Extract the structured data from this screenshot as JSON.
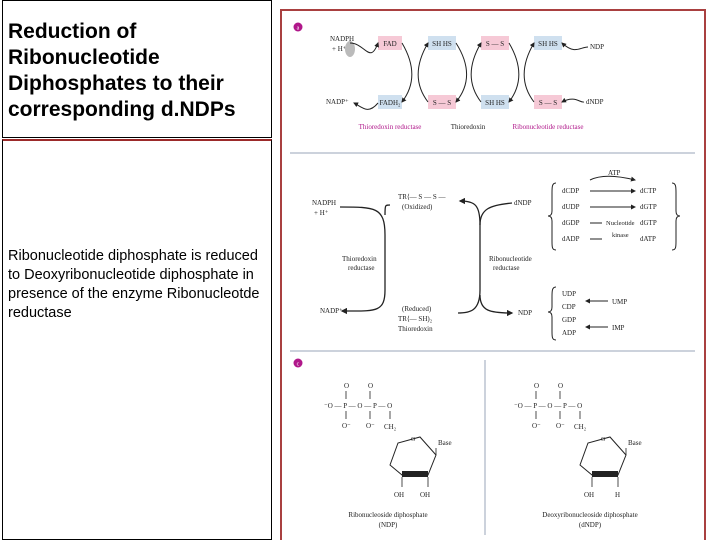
{
  "slide": {
    "title": "Reduction of Ribonucleotide Diphosphates to their corresponding d.NDPs",
    "description": "Ribonucleotide diphosphate is reduced to Deoxyribonucleotide diphosphate in presence of the enzyme Ribonucleotde reductase"
  },
  "colors": {
    "frame": "#a94040",
    "pink_box": "#f6c9d6",
    "blue_box": "#cfe0ef",
    "label_magenta": "#b0178a",
    "panel_divider": "#9aa6b8"
  },
  "panel_a": {
    "marker": "a",
    "nadph": "NADPH",
    "h_plus": "+ H⁺",
    "nadp": "NADP⁺",
    "fad": "FAD",
    "fadh2": "FADH₂",
    "sh_hs_1": "SH HS",
    "s_s_1": "S — S",
    "s_s_2": "S — S",
    "sh_hs_2": "SH HS",
    "s_s_3": "S — S",
    "sh_hs_3": "SH HS",
    "ndp": "NDP",
    "dndp": "dNDP",
    "label_reductase": "Thioredoxin reductase",
    "label_thioredoxin": "Thioredoxin",
    "label_rnr": "Ribonucleotide reductase"
  },
  "panel_b": {
    "nadph": "NADPH",
    "h_plus": "+ H⁺",
    "nadp": "NADP⁺",
    "tr_ox": "TR⟨— S — S —",
    "oxidized": "(Oxidized)",
    "thioredoxin_reductase_1": "Thioredoxin",
    "thioredoxin_reductase_2": "reductase",
    "reduced": "(Reduced)",
    "tr_red": "TR⟨— SH)₂",
    "thioredoxin": "Thioredoxin",
    "rnr_1": "Ribonucleotide",
    "rnr_2": "reductase",
    "ndp": "NDP",
    "dndp": "dNDP",
    "atp": "ATP",
    "d_list": [
      "dCDP",
      "dUDP",
      "dGDP",
      "dADP"
    ],
    "t_list": [
      "dCTP",
      "dGTP",
      "dGTP",
      "dATP"
    ],
    "kinase_1": "Nucleotide",
    "kinase_2": "kinase",
    "r_list": [
      "UDP",
      "CDP",
      "GDP",
      "ADP"
    ],
    "ump": "UMP",
    "imp": "IMP"
  },
  "panel_c": {
    "marker": "c",
    "left_caption_1": "Ribonucleoside diphosphate",
    "left_caption_2": "(NDP)",
    "right_caption_1": "Deoxyribonucleoside diphosphate",
    "right_caption_2": "(dNDP)",
    "o": "O",
    "p": "P",
    "o_minus": "O⁻",
    "left_phosphate": "⁻O — P — O — P — O",
    "ch2": "CH₂",
    "base": "Base",
    "oh": "OH",
    "h": "H"
  }
}
